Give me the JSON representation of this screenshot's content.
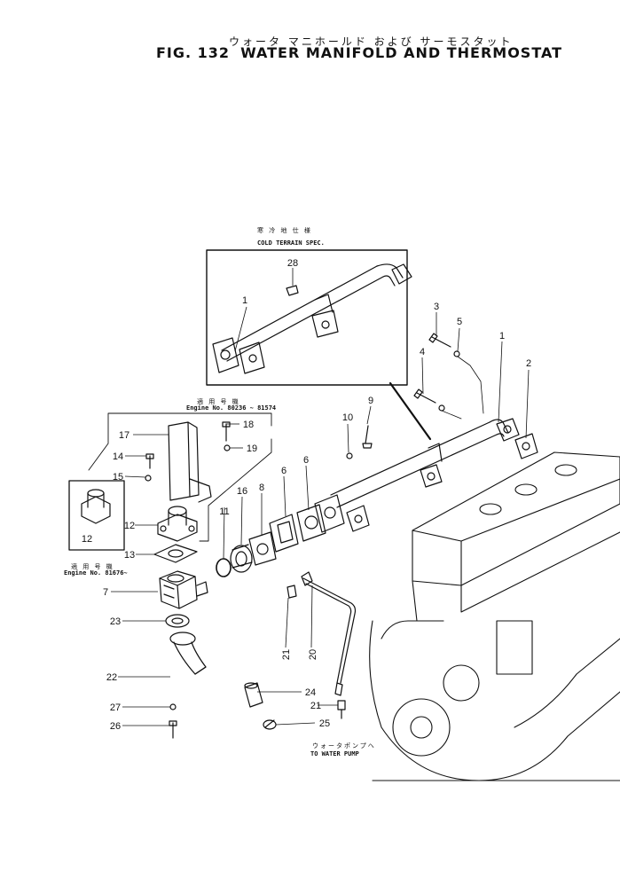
{
  "header": {
    "title_jp": "ウォータ マニホールド および サーモスタット",
    "fig_number": "FIG. 132",
    "title_en": "WATER MANIFOLD AND THERMOSTAT"
  },
  "cold_terrain": {
    "label_jp": "寒 冷 地 仕 様",
    "label_en": "COLD TERRAIN SPEC."
  },
  "engine_range_1": {
    "label_jp": "適 用 号 機",
    "label_en": "Engine No. 80236 ~ 81574"
  },
  "engine_range_2": {
    "label_jp": "適 用 号 機",
    "label_en": "Engine No. 81676~"
  },
  "to_pump": {
    "label_jp": "ウォータポンプへ",
    "label_en": "TO WATER PUMP"
  },
  "callouts": [
    "1",
    "2",
    "3",
    "4",
    "5",
    "6",
    "6",
    "7",
    "8",
    "9",
    "10",
    "11",
    "12",
    "12",
    "13",
    "14",
    "15",
    "16",
    "17",
    "18",
    "19",
    "20",
    "21",
    "21",
    "22",
    "23",
    "24",
    "25",
    "26",
    "27",
    "28"
  ]
}
